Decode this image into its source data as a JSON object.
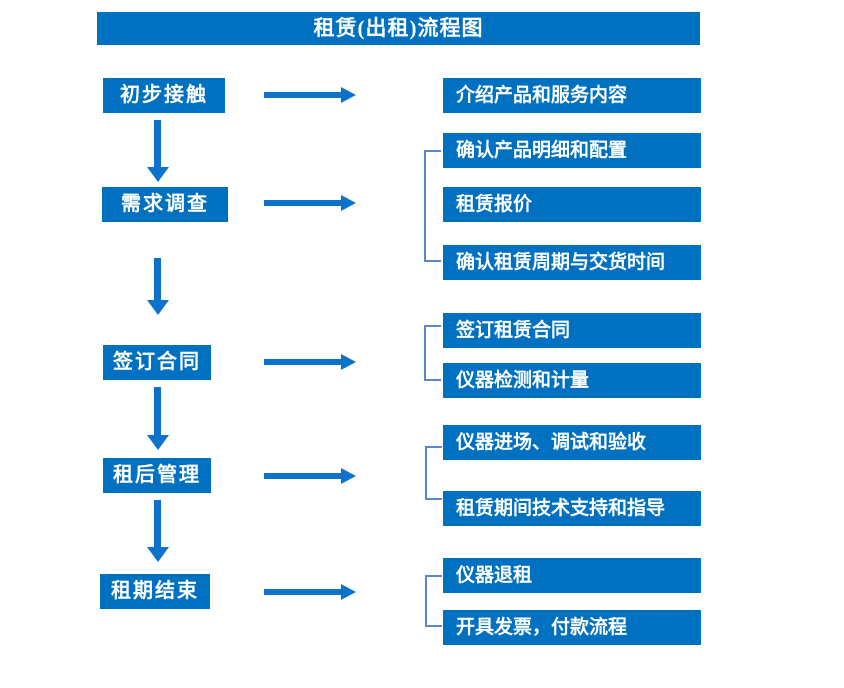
{
  "title": "租赁(出租)流程图",
  "colors": {
    "box_blue": "#0070c0",
    "arrow_blue": "#0d72c9",
    "bracket_blue": "#5b87c8",
    "text_on_blue": "#ffffff",
    "background": "#ffffff"
  },
  "steps": [
    {
      "label": "初步接触",
      "details": [
        "介绍产品和服务内容"
      ]
    },
    {
      "label": "需求调查",
      "details": [
        "确认产品明细和配置",
        "租赁报价",
        "确认租赁周期与交货时间"
      ]
    },
    {
      "label": "签订合同",
      "details": [
        "签订租赁合同",
        "仪器检测和计量"
      ]
    },
    {
      "label": "租后管理",
      "details": [
        "仪器进场、调试和验收",
        "租赁期间技术支持和指导"
      ]
    },
    {
      "label": "租期结束",
      "details": [
        "仪器退租",
        "开具发票，付款流程"
      ]
    }
  ]
}
